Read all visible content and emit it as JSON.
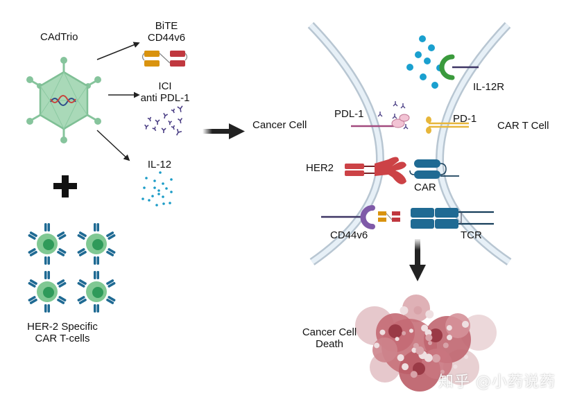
{
  "diagram": {
    "left_panel": {
      "virus_label": "CAdTrio",
      "products": [
        {
          "id": "bite",
          "label_line1": "BiTE",
          "label_line2": "CD44v6",
          "icon": "bispecific-antibody-icon"
        },
        {
          "id": "ici",
          "label_line1": "ICI",
          "label_line2": "anti PDL-1",
          "icon": "antibodies-icon"
        },
        {
          "id": "il12",
          "label_line1": "IL-12",
          "label_line2": "",
          "icon": "cytokine-dots-icon"
        }
      ],
      "plus_symbol": "+",
      "car_t_label_line1": "HER-2 Specific",
      "car_t_label_line2": "CAR T-cells"
    },
    "synapse": {
      "left_cell_label": "Cancer Cell",
      "right_cell_label": "CAR T Cell",
      "receptors": {
        "il12r": "IL-12R",
        "pdl1": "PDL-1",
        "pd1": "PD-1",
        "her2": "HER2",
        "car": "CAR",
        "cd44v6": "CD44v6",
        "tcr": "TCR"
      }
    },
    "outcome": {
      "label_line1": "Cancer Cell",
      "label_line2": "Death"
    },
    "watermark": "知乎 @小药说药",
    "colors": {
      "virus_green": "#8cc9a2",
      "cell_green": "#7ec792",
      "nucleus_green": "#2f9a5a",
      "car_blue": "#1f6a93",
      "membrane": "#c8d8e6",
      "bite_orange": "#d9930f",
      "bite_red": "#c0383f",
      "il12_dot": "#1a9bc6",
      "antibody_purple": "#4b3f85",
      "il12r_green": "#3a9a3c",
      "pdl1_magenta": "#a24a7e",
      "pd1_yellow": "#e7b63a",
      "her2_red": "#cc4246",
      "cd44v6_purple": "#7f5aa8",
      "dead_cell": "#b4555f"
    }
  }
}
